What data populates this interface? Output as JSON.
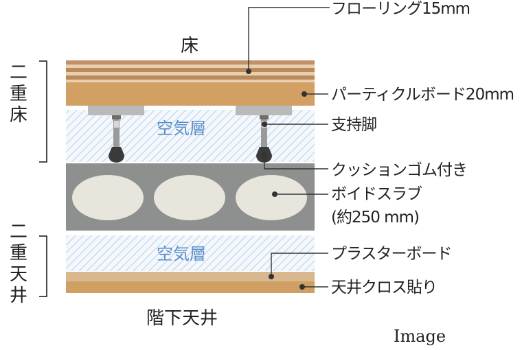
{
  "labels": {
    "floor_top": "床",
    "flooring": "フローリング15mm",
    "particle_board": "パーティクルボード20mm",
    "support_leg": "支持脚",
    "cushion_rubber": "クッションゴム付き",
    "void_slab": "ボイドスラブ",
    "void_slab_thickness": "(約250 mm)",
    "plaster_board": "プラスターボード",
    "ceiling_cloth": "天井クロス貼り",
    "ceiling_below": "階下天井",
    "air_layer_upper": "空気層",
    "air_layer_lower": "空気層",
    "image_caption": "Image"
  },
  "side_labels": {
    "double_floor": [
      "二",
      "重",
      "床"
    ],
    "double_ceiling": [
      "二",
      "重",
      "天",
      "井"
    ]
  },
  "colors": {
    "flooring_light": "#e7c9a3",
    "flooring_dark": "#b98a5c",
    "particle_board": "#d2a063",
    "concrete": "#8e8f8f",
    "void": "#e8e6dc",
    "air_hatch": "#b7cfe6",
    "plaster": "#d9b88f",
    "ceiling": "#cf9f63",
    "air_text": "#5b8fc9"
  }
}
